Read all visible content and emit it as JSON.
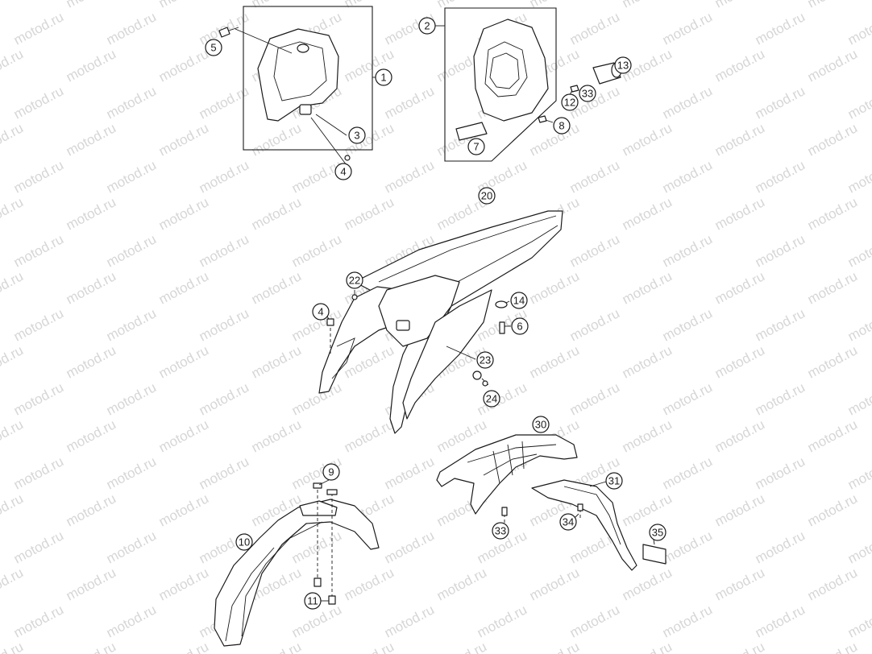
{
  "watermark": "motod.ru",
  "colors": {
    "line": "#1a1a1a",
    "background": "#ffffff",
    "watermark": "#d6d6d6"
  },
  "callouts": {
    "c1": "1",
    "c2": "2",
    "c3": "3",
    "c4a": "4",
    "c4b": "4",
    "c5": "5",
    "c6": "6",
    "c7": "7",
    "c8": "8",
    "c9": "9",
    "c10": "10",
    "c11": "11",
    "c12": "12",
    "c13": "13",
    "c14": "14",
    "c20": "20",
    "c22": "22",
    "c23": "23",
    "c24": "24",
    "c30": "30",
    "c31": "31",
    "c33a": "33",
    "c33b": "33",
    "c34": "34",
    "c35": "35"
  }
}
